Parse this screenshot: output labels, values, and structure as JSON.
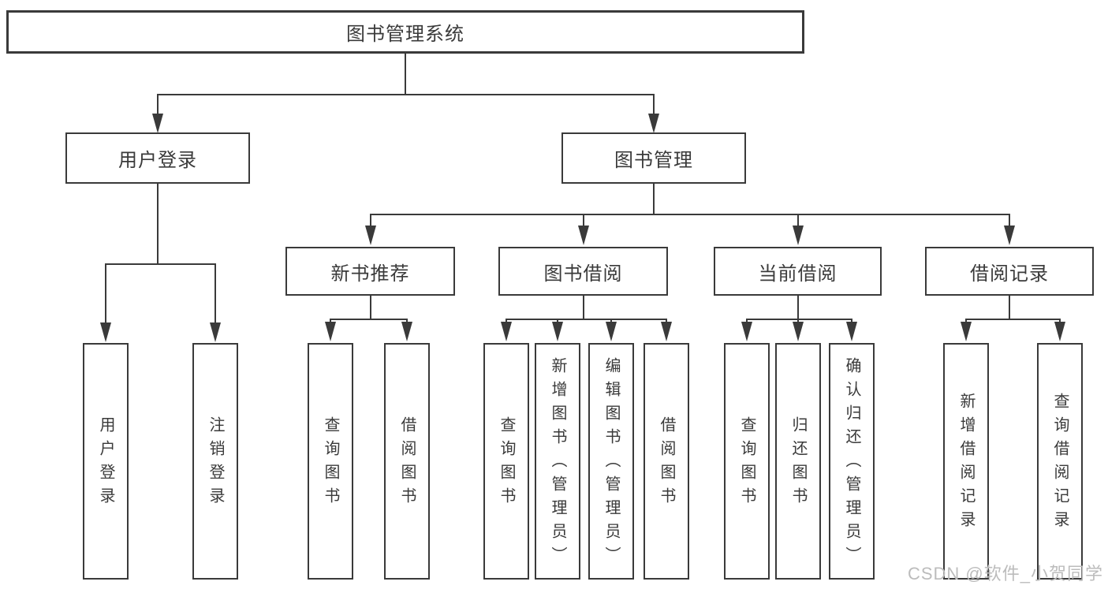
{
  "diagram_title": "图书管理系统",
  "colors": {
    "line": "#3a3a3a",
    "text": "#3a3a3a",
    "watermark": "#bcbcbc",
    "box_fill": "#ffffff",
    "background": "#ffffff"
  },
  "nodes": {
    "root": "图书管理系统",
    "user_login": "用户登录",
    "book_mgmt": "图书管理",
    "new_book_rec": "新书推荐",
    "book_borrow": "图书借阅",
    "current_borrow": "当前借阅",
    "borrow_records": "借阅记录",
    "leaves": {
      "user_login": [
        "用户登录",
        "注销登录"
      ],
      "new_book_rec": [
        "查询图书",
        "借阅图书"
      ],
      "book_borrow": [
        "查询图书",
        "新增图书（管理员）",
        "编辑图书（管理员）",
        "借阅图书"
      ],
      "current_borrow": [
        "查询图书",
        "归还图书",
        "确认归还（管理员）"
      ],
      "borrow_records": [
        "新增借阅记录",
        "查询借阅记录"
      ]
    }
  },
  "watermark": "CSDN @软件_小贺同学"
}
